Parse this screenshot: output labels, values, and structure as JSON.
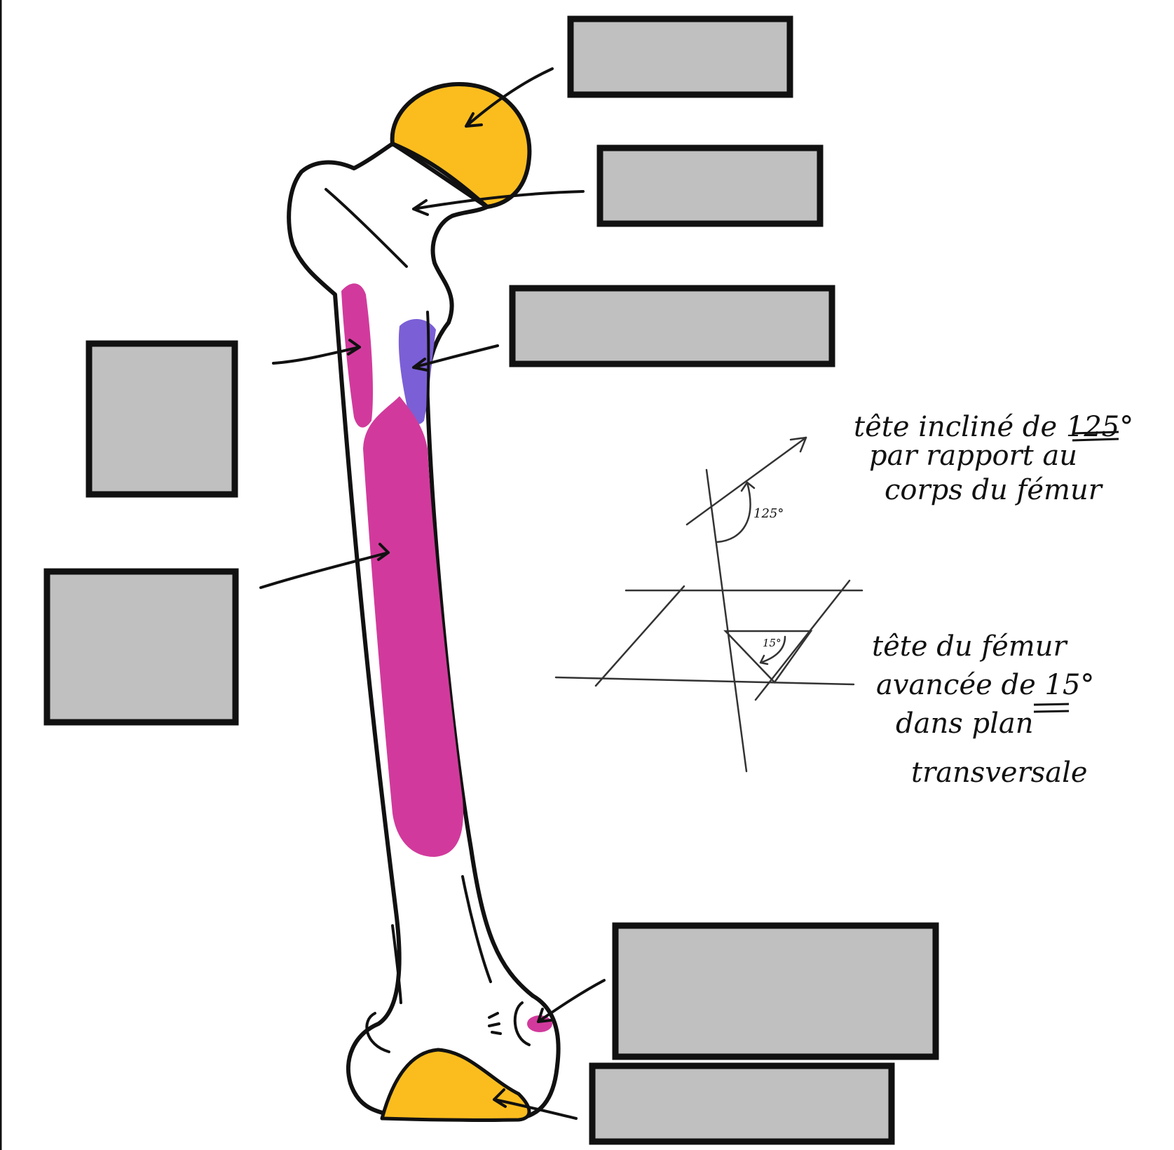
{
  "colors": {
    "outline": "#111111",
    "label_box_fill": "#c0c0c0",
    "head_cartilage": "#fbbd1e",
    "marrow_magenta": "#d13a9c",
    "trochanter_violet": "#7b5fd6",
    "background": "#ffffff"
  },
  "annotations": {
    "angle_note_lines": [
      "tête incliné de 125°",
      "par rapport au",
      "corps du fémur"
    ],
    "anteversion_note_lines": [
      "tête du fémur",
      "avancée de 15°",
      "dans plan",
      "transversale"
    ],
    "angle_small_label": "125°",
    "anteversion_small_label": "15°"
  },
  "label_boxes": [
    {
      "id": "box-femoral-head",
      "text": ""
    },
    {
      "id": "box-femoral-neck",
      "text": ""
    },
    {
      "id": "box-trochanter",
      "text": ""
    },
    {
      "id": "box-left-upper",
      "text": ""
    },
    {
      "id": "box-left-lower",
      "text": ""
    },
    {
      "id": "box-epicondyle",
      "text": ""
    },
    {
      "id": "box-condyle",
      "text": ""
    }
  ]
}
